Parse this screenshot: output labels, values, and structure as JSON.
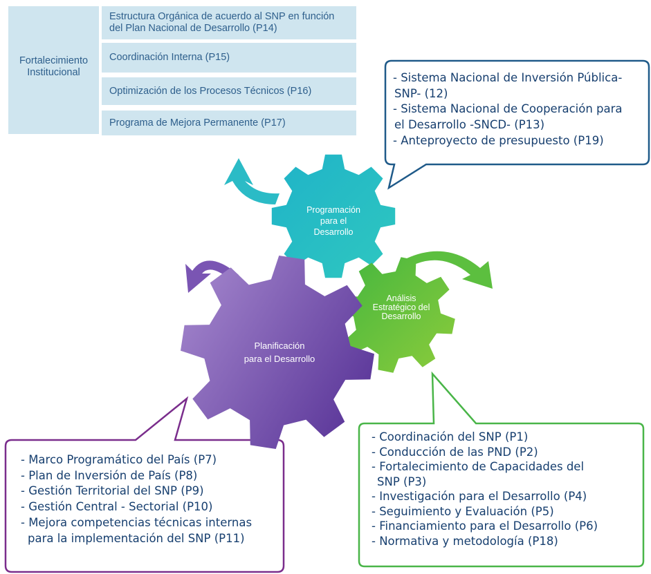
{
  "fortalecimiento": {
    "label_line1": "Fortalecimiento",
    "label_line2": "Institucional",
    "items": [
      {
        "line1": "Estructura Orgánica de acuerdo al SNP en función",
        "line2": "del Plan Nacional de Desarrollo (P14)"
      },
      {
        "line1": "Coordinación Interna (P15)",
        "line2": ""
      },
      {
        "line1": "Optimización de los Procesos Técnicos (P16)",
        "line2": ""
      },
      {
        "line1": "Programa de Mejora Permanente (P17)",
        "line2": ""
      }
    ]
  },
  "gears": {
    "programacion": {
      "line1": "Programación",
      "line2": "para el",
      "line3": "Desarrollo",
      "color_start": "#1fb3c8",
      "color_end": "#2fc7c0"
    },
    "analisis": {
      "line1": "Análisis",
      "line2": "Estratégico del",
      "line3": "Desarrollo",
      "color_start": "#44b63e",
      "color_end": "#8ccc3c"
    },
    "planificacion": {
      "line1": "Planificación",
      "line2": "para el Desarrollo",
      "color_start": "#a88bd0",
      "color_end": "#5f3b9c"
    }
  },
  "callouts": {
    "top": {
      "border_color": "#1f5a89",
      "items": [
        "- Sistema Nacional de Inversión Pública-",
        "SNP- (12)",
        "- Sistema Nacional de Cooperación para",
        "el Desarrollo -SNCD- (P13)",
        "- Anteproyecto de presupuesto (P19)"
      ]
    },
    "left": {
      "border_color": "#7a2d8c",
      "items": [
        "- Marco Programático del País (P7)",
        "- Plan de Inversión de País (P8)",
        "- Gestión Territorial del SNP (P9)",
        "- Gestión Central - Sectorial (P10)",
        "- Mejora competencias técnicas internas",
        "para la implementación del SNP (P11)"
      ]
    },
    "right": {
      "border_color": "#49b548",
      "items": [
        "- Coordinación del SNP (P1)",
        "- Conducción de las PND (P2)",
        "- Fortalecimiento de Capacidades del",
        "SNP (P3)",
        "- Investigación para el Desarrollo (P4)",
        "- Seguimiento y Evaluación (P5)",
        "- Financiamiento para el Desarrollo (P6)",
        "- Normativa y metodología (P18)"
      ]
    }
  },
  "arrows": {
    "teal": "#2bbbc6",
    "purple": "#7a55b3",
    "green": "#5cbf3f"
  }
}
